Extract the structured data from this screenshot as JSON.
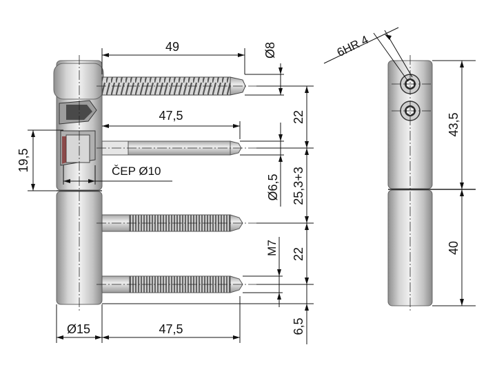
{
  "drawing": {
    "dims": {
      "screw_length": "49",
      "screw_dia": "Ø8",
      "pin_length_top": "47,5",
      "spacing_top": "22",
      "cep_height": "19,5",
      "cep_label": "ČEP Ø10",
      "pin_dia": "Ø6,5",
      "offset": "25,3+3",
      "thread": "M7",
      "spacing_bottom": "22",
      "barrel_dia": "Ø15",
      "pin_length_bottom": "47,5",
      "end_offset": "6,5",
      "hex_key": "6HR 4",
      "upper_height": "43,5",
      "lower_height": "40"
    }
  }
}
